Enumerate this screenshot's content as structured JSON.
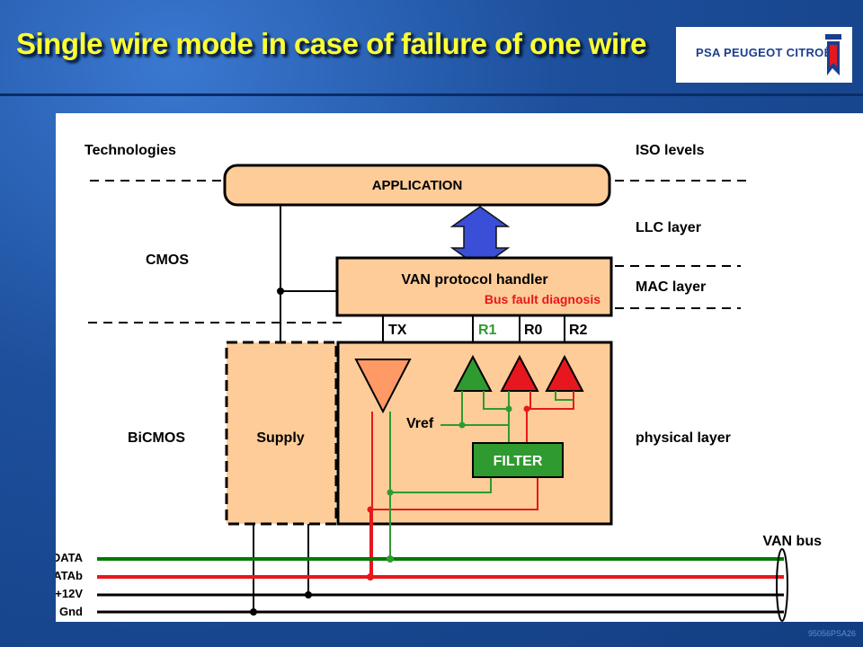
{
  "title": "Single wire mode in case of failure of one wire",
  "logo": {
    "text": "PSA PEUGEOT CITROËN"
  },
  "diagram": {
    "left_labels": {
      "technologies": "Technologies",
      "cmos": "CMOS",
      "bicmos": "BiCMOS"
    },
    "right_labels": {
      "iso_levels": "ISO levels",
      "llc_layer": "LLC layer",
      "mac_layer": "MAC layer",
      "physical_layer": "physical layer"
    },
    "application": "APPLICATION",
    "protocol_handler": "VAN protocol handler",
    "bus_fault": "Bus fault diagnosis",
    "pins": {
      "tx": "TX",
      "r1": "R1",
      "r0": "R0",
      "r2": "R2"
    },
    "supply": "Supply",
    "vref": "Vref",
    "filter": "FILTER",
    "van_bus": "VAN bus",
    "bus_lines": {
      "data": "DATA",
      "datab": "DATAb",
      "v12": "+12V",
      "gnd": "Gnd"
    }
  },
  "footer_code": "95056PSA26",
  "colors": {
    "title": "#ffff33",
    "box_fill": "#fecc99",
    "data_line": "#007a00",
    "datab_line": "#e6171e",
    "arrow": "#3a4ed8",
    "filter": "#2f9a2f"
  }
}
